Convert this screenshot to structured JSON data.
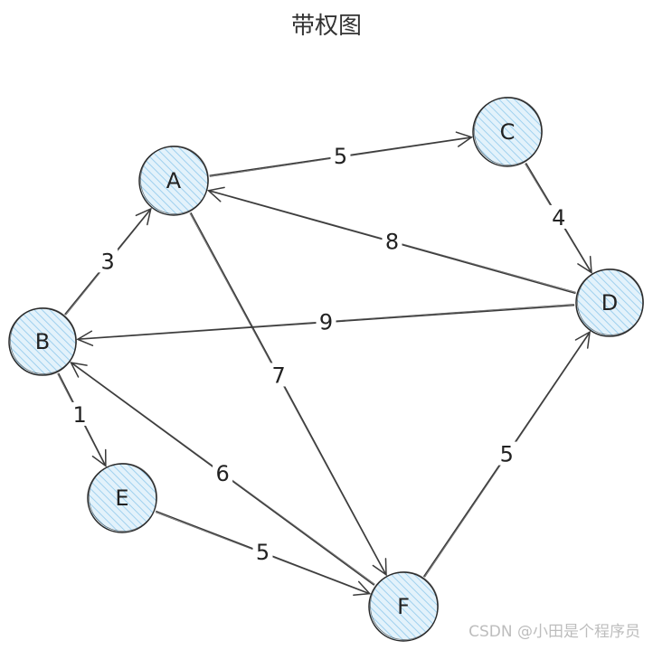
{
  "title": "带权图",
  "watermark": "CSDN @小田是个程序员",
  "colors": {
    "node_fill": "#d6ecf8",
    "node_stroke": "#2b2b2b",
    "edge": "#3a3a3a",
    "hatch": "#9fd0ee"
  },
  "nodes": [
    {
      "id": "A",
      "label": "A"
    },
    {
      "id": "B",
      "label": "B"
    },
    {
      "id": "C",
      "label": "C"
    },
    {
      "id": "D",
      "label": "D"
    },
    {
      "id": "E",
      "label": "E"
    },
    {
      "id": "F",
      "label": "F"
    }
  ],
  "edges": [
    {
      "from": "A",
      "to": "C",
      "weight": "5"
    },
    {
      "from": "C",
      "to": "D",
      "weight": "4"
    },
    {
      "from": "D",
      "to": "A",
      "weight": "8"
    },
    {
      "from": "D",
      "to": "B",
      "weight": "9"
    },
    {
      "from": "B",
      "to": "A",
      "weight": "3"
    },
    {
      "from": "A",
      "to": "F",
      "weight": "7"
    },
    {
      "from": "B",
      "to": "E",
      "weight": "1"
    },
    {
      "from": "F",
      "to": "B",
      "weight": "6"
    },
    {
      "from": "E",
      "to": "F",
      "weight": "5"
    },
    {
      "from": "F",
      "to": "D",
      "weight": "5"
    }
  ]
}
